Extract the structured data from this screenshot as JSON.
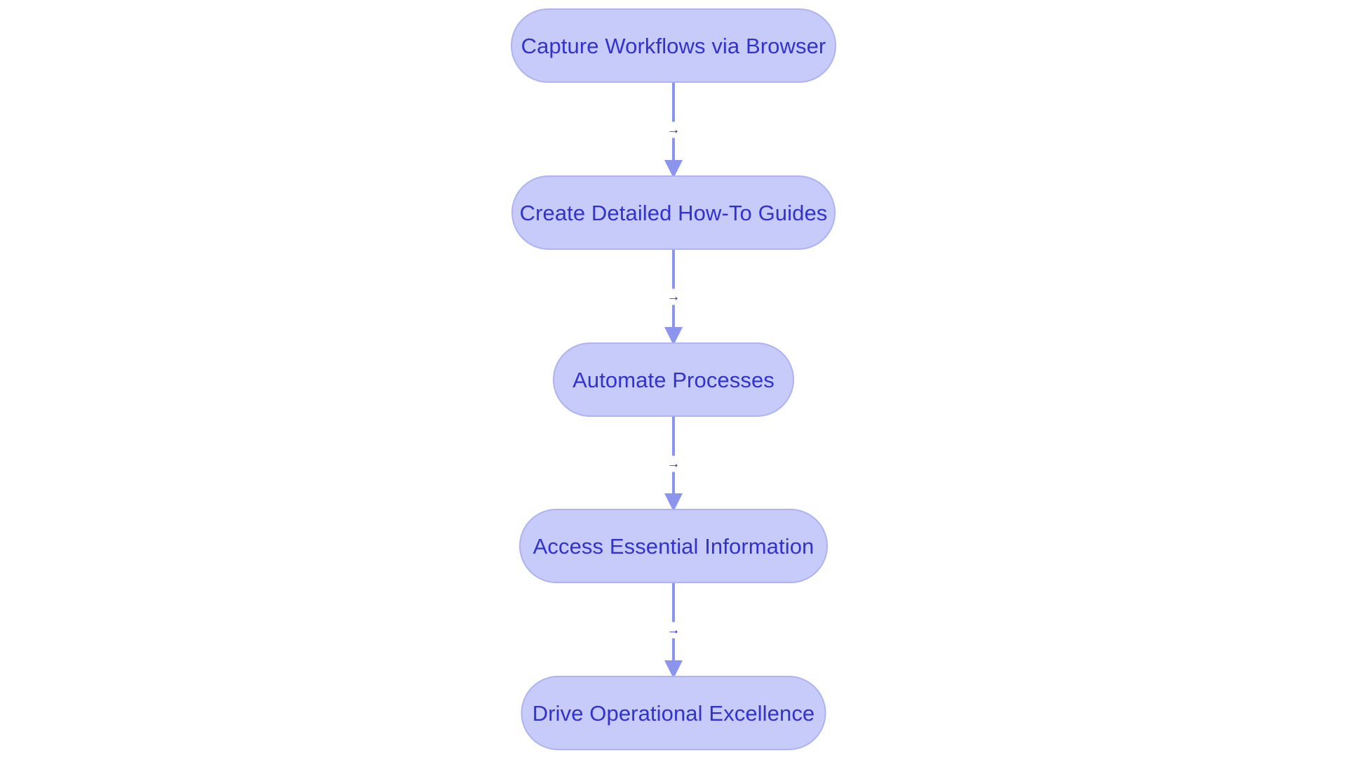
{
  "diagram": {
    "type": "flowchart",
    "orientation": "top-to-bottom",
    "background_color": "#ffffff",
    "node_fill_color": "#c7cbf9",
    "node_border_color": "#aeb3f2",
    "node_text_color": "#3232cc",
    "edge_color": "#8c95ee",
    "edge_label_color": "#221ebf",
    "nodes": [
      {
        "id": "n1",
        "label": "Capture Workflows via Browser"
      },
      {
        "id": "n2",
        "label": "Create Detailed How-To Guides"
      },
      {
        "id": "n3",
        "label": "Automate Processes"
      },
      {
        "id": "n4",
        "label": "Access Essential Information"
      },
      {
        "id": "n5",
        "label": "Drive Operational Excellence"
      }
    ],
    "edges": [
      {
        "id": "e1",
        "from": "n1",
        "to": "n2",
        "label": "→",
        "icon": "arrow-right-icon"
      },
      {
        "id": "e2",
        "from": "n2",
        "to": "n3",
        "label": "→",
        "icon": "arrow-right-icon"
      },
      {
        "id": "e3",
        "from": "n3",
        "to": "n4",
        "label": "→",
        "icon": "arrow-right-icon"
      },
      {
        "id": "e4",
        "from": "n4",
        "to": "n5",
        "label": "→",
        "icon": "arrow-right-icon"
      }
    ]
  }
}
